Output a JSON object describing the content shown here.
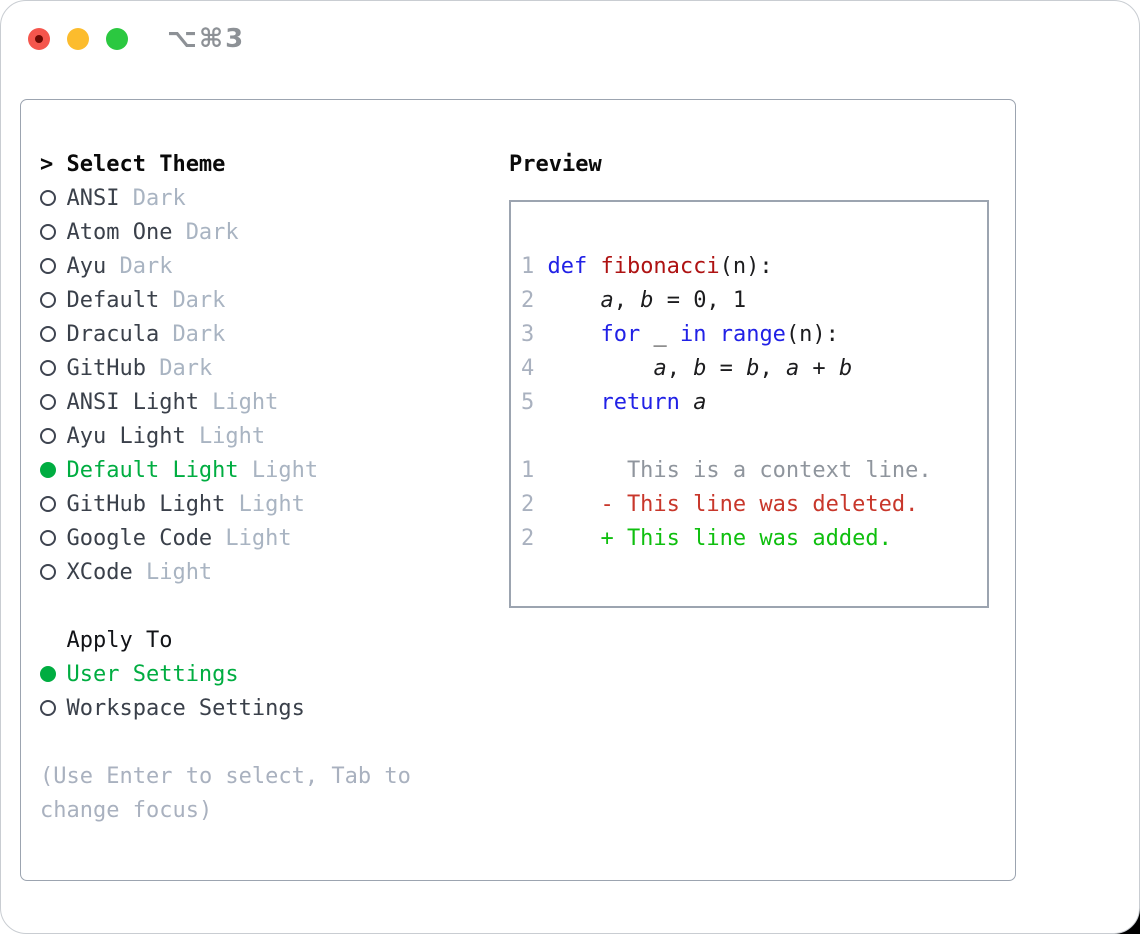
{
  "window": {
    "shortcut": "⌥⌘3",
    "traffic_lights": {
      "close_color": "#f5564d",
      "minimize_color": "#fcbc2d",
      "zoom_color": "#2bc840"
    }
  },
  "theme_selector": {
    "prompt": ">",
    "title": "Select Theme",
    "items": [
      {
        "name": "ANSI",
        "variant": "Dark",
        "selected": false
      },
      {
        "name": "Atom One",
        "variant": "Dark",
        "selected": false
      },
      {
        "name": "Ayu",
        "variant": "Dark",
        "selected": false
      },
      {
        "name": "Default",
        "variant": "Dark",
        "selected": false
      },
      {
        "name": "Dracula",
        "variant": "Dark",
        "selected": false
      },
      {
        "name": "GitHub",
        "variant": "Dark",
        "selected": false
      },
      {
        "name": "ANSI Light",
        "variant": "Light",
        "selected": false
      },
      {
        "name": "Ayu Light",
        "variant": "Light",
        "selected": false
      },
      {
        "name": "Default Light",
        "variant": "Light",
        "selected": true
      },
      {
        "name": "GitHub Light",
        "variant": "Light",
        "selected": false
      },
      {
        "name": "Google Code",
        "variant": "Light",
        "selected": false
      },
      {
        "name": "XCode",
        "variant": "Light",
        "selected": false
      }
    ],
    "apply_to": {
      "title": "Apply To",
      "options": [
        {
          "name": "User Settings",
          "selected": true
        },
        {
          "name": "Workspace Settings",
          "selected": false
        }
      ]
    },
    "help": {
      "line1": "(Use Enter to select, Tab to",
      "line2": "change focus)"
    }
  },
  "preview": {
    "title": "Preview",
    "code_lines": [
      {
        "num": "1",
        "segments": [
          {
            "text": "def "
          },
          {
            "text": "fibonacci"
          },
          {
            "text": "(n):"
          }
        ]
      },
      {
        "num": "2",
        "segments": [
          {
            "text": "    "
          },
          {
            "text": "a"
          },
          {
            "text": ", "
          },
          {
            "text": "b"
          },
          {
            "text": " = 0, 1"
          }
        ]
      },
      {
        "num": "3",
        "segments": [
          {
            "text": "    "
          },
          {
            "text": "for"
          },
          {
            "text": " _ "
          },
          {
            "text": "in"
          },
          {
            "text": " "
          },
          {
            "text": "range"
          },
          {
            "text": "(n):"
          }
        ]
      },
      {
        "num": "4",
        "segments": [
          {
            "text": "        "
          },
          {
            "text": "a"
          },
          {
            "text": ", "
          },
          {
            "text": "b"
          },
          {
            "text": " = "
          },
          {
            "text": "b"
          },
          {
            "text": ", "
          },
          {
            "text": "a"
          },
          {
            "text": " + "
          },
          {
            "text": "b"
          }
        ]
      },
      {
        "num": "5",
        "segments": [
          {
            "text": "    "
          },
          {
            "text": "return"
          },
          {
            "text": " "
          },
          {
            "text": "a"
          }
        ]
      }
    ],
    "diff_lines": [
      {
        "num": "1",
        "text": "      This is a context line."
      },
      {
        "num": "2",
        "text": "    - This line was deleted."
      },
      {
        "num": "2",
        "text": "    + This line was added."
      }
    ]
  },
  "colors": {
    "selection_green": "#00ad41",
    "keyword_blue": "#2121e6",
    "function_red": "#ae1212",
    "diff_deleted_red": "#c8372b",
    "diff_added_green": "#0fbf0f",
    "muted_gray": "#a9b1bf",
    "item_text_gray": "#3a404a",
    "panel_border_gray": "#9ca4b0"
  }
}
